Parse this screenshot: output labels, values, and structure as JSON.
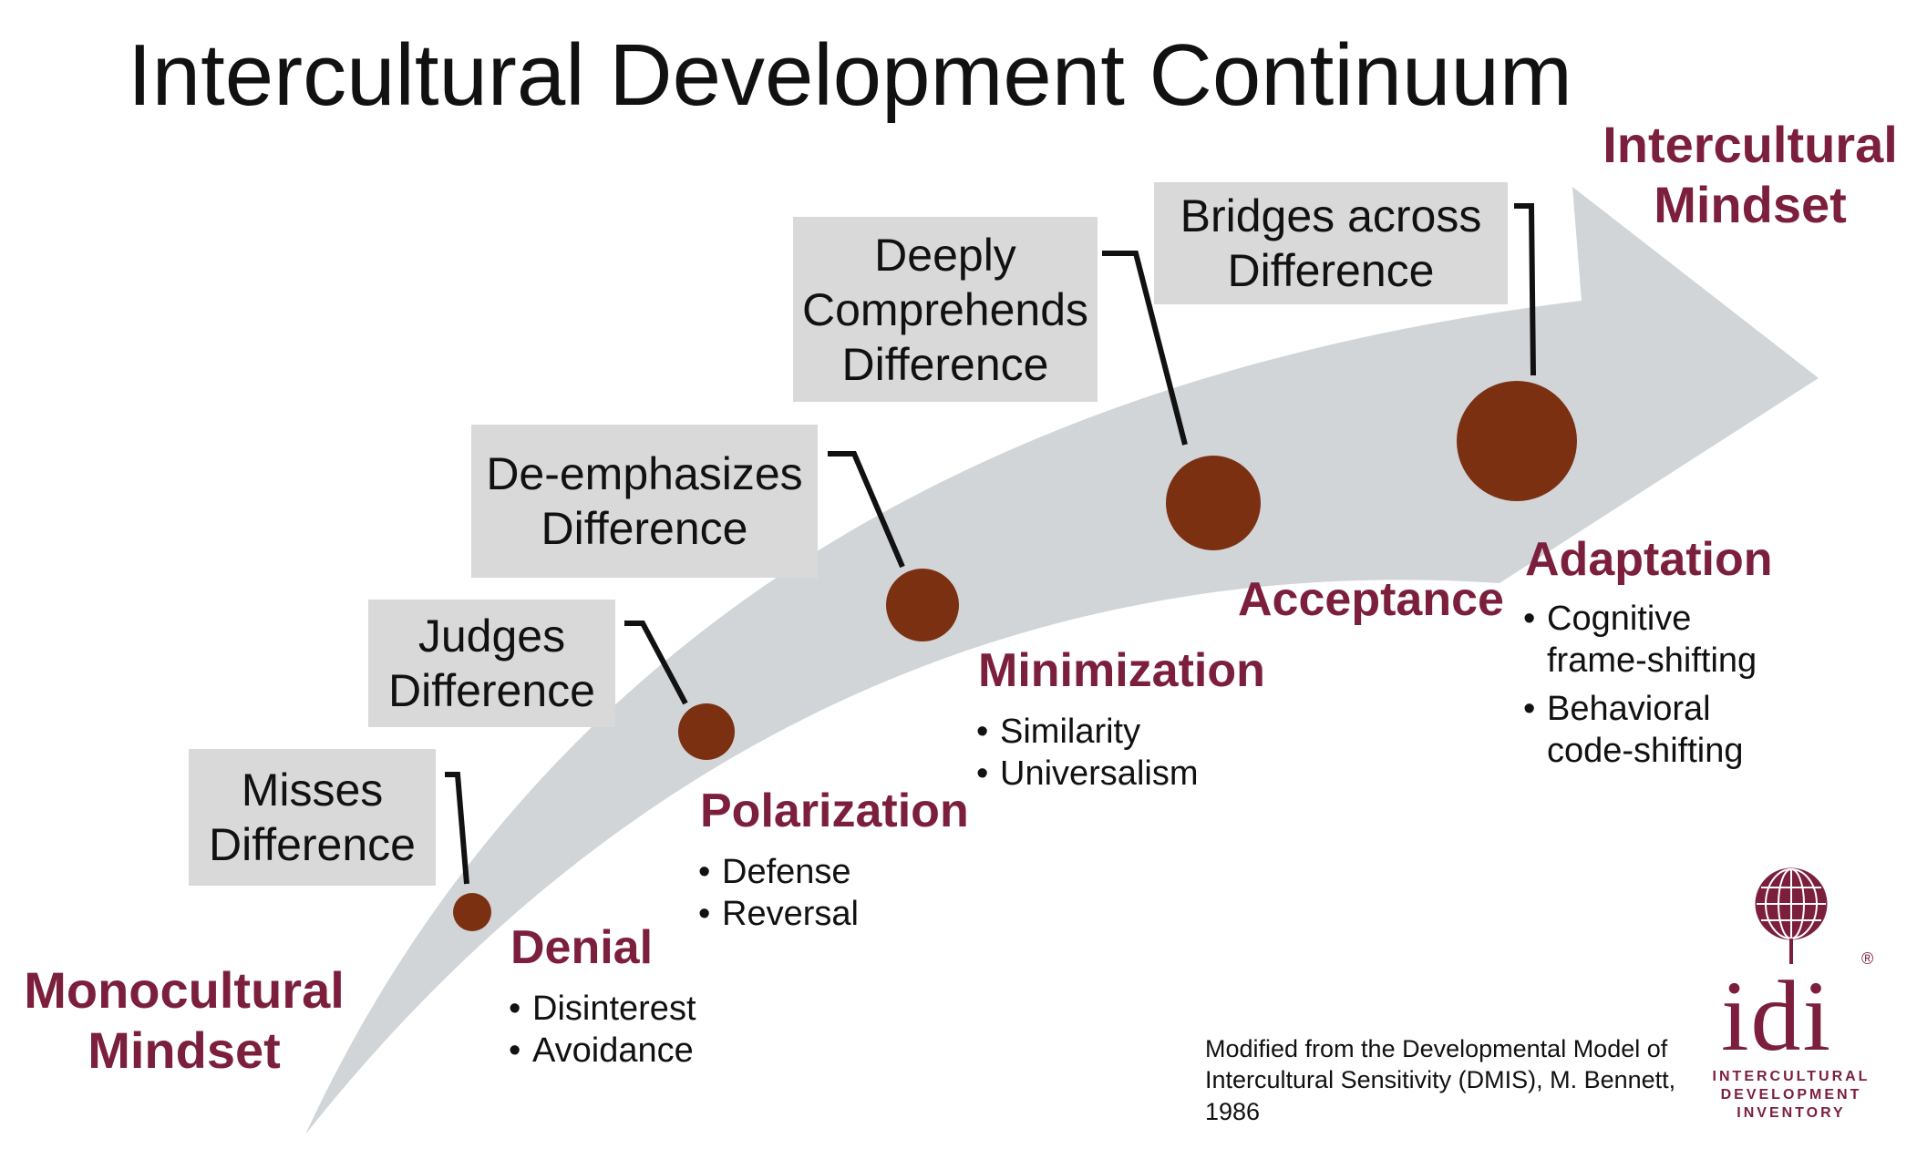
{
  "title": "Intercultural Development Continuum",
  "colors": {
    "maroon": "#7b1f3d",
    "dot": "#7b3012",
    "arrow": "#d1d5d8",
    "box": "#d9d9d9"
  },
  "boxes": [
    "Misses\nDifference",
    "Judges\nDifference",
    "De-emphasizes\nDifference",
    "Deeply\nComprehends\nDifference",
    "Bridges across\nDifference"
  ],
  "stages": [
    {
      "name": "Denial",
      "bullets": [
        "Disinterest",
        "Avoidance"
      ]
    },
    {
      "name": "Polarization",
      "bullets": [
        "Defense",
        "Reversal"
      ]
    },
    {
      "name": "Minimization",
      "bullets": [
        "Similarity",
        "Universalism"
      ]
    },
    {
      "name": "Acceptance",
      "bullets": []
    },
    {
      "name": "Adaptation",
      "bullets": [
        "Cognitive\nframe-shifting",
        "Behavioral\ncode-shifting"
      ]
    }
  ],
  "mindsets": {
    "start": "Monocultural\nMindset",
    "end": "Intercultural\nMindset"
  },
  "credit": "Modified from the Developmental Model of Intercultural Sensitivity (DMIS), M. Bennett, 1986",
  "logo": {
    "letters": "idi",
    "registered": "®",
    "text": "INTERCULTURAL\nDEVELOPMENT\nINVENTORY"
  }
}
